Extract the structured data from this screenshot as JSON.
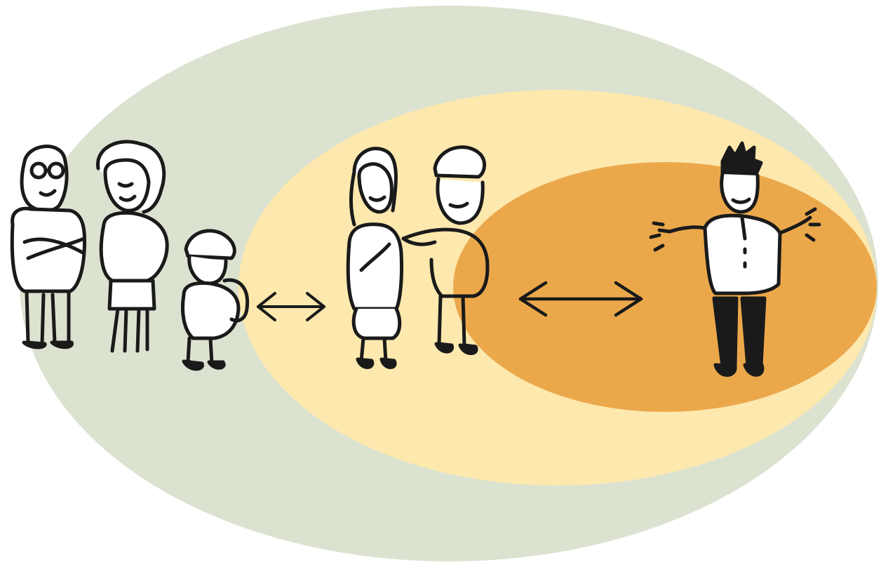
{
  "diagram": {
    "type": "nested-ellipses",
    "colors": {
      "outer_ring": "#dce2d0",
      "middle_ring": "#fde8ad",
      "inner_ring": "#eba84b",
      "ink": "#1a1a1a",
      "background": "#ffffff"
    },
    "rings": [
      {
        "id": "outer",
        "figures": [
          "older-man-with-glasses",
          "woman-with-curly-hair",
          "child-with-cap"
        ]
      },
      {
        "id": "middle",
        "figures": [
          "woman-with-long-hair",
          "man-with-cap"
        ]
      },
      {
        "id": "inner",
        "figures": [
          "man-with-open-arms"
        ]
      }
    ],
    "connectors": [
      {
        "from": "outer",
        "to": "middle",
        "style": "double-headed-arrow"
      },
      {
        "from": "middle",
        "to": "inner",
        "style": "double-headed-arrow"
      }
    ]
  }
}
